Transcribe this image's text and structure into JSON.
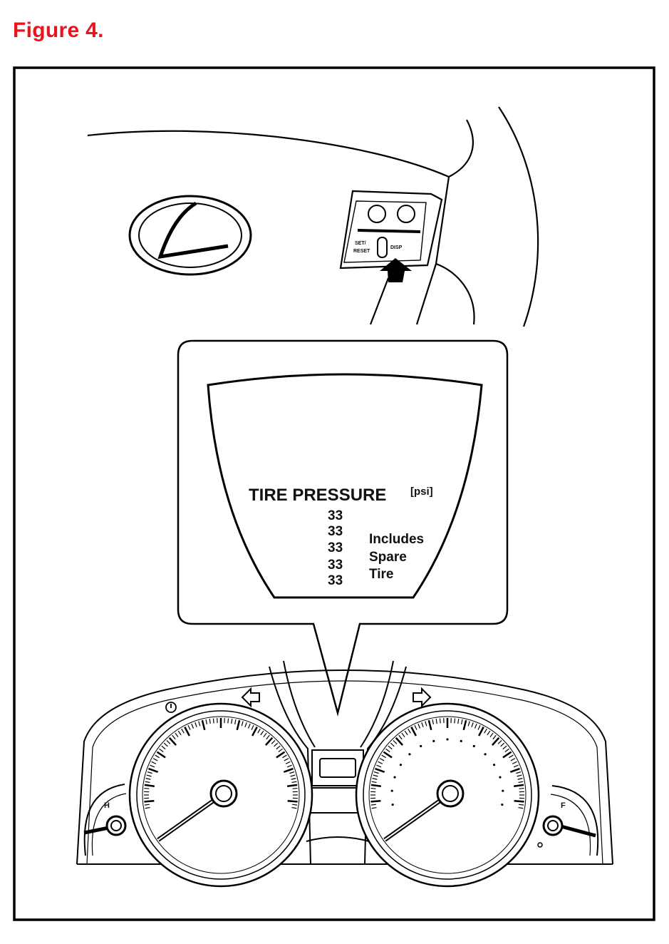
{
  "figure_title": "Figure 4.",
  "display": {
    "heading": "TIRE PRESSURE",
    "unit": "[psi]",
    "pressures": [
      "33",
      "33",
      "33",
      "33",
      "33"
    ],
    "note_lines": [
      "Includes",
      "Spare",
      "Tire"
    ]
  },
  "steering_switch": {
    "set_label_1": "SET/",
    "set_label_2": "RESET",
    "disp_label": "DISP"
  },
  "gauges": {
    "temp_mark": "H",
    "fuel_mark": "F"
  }
}
